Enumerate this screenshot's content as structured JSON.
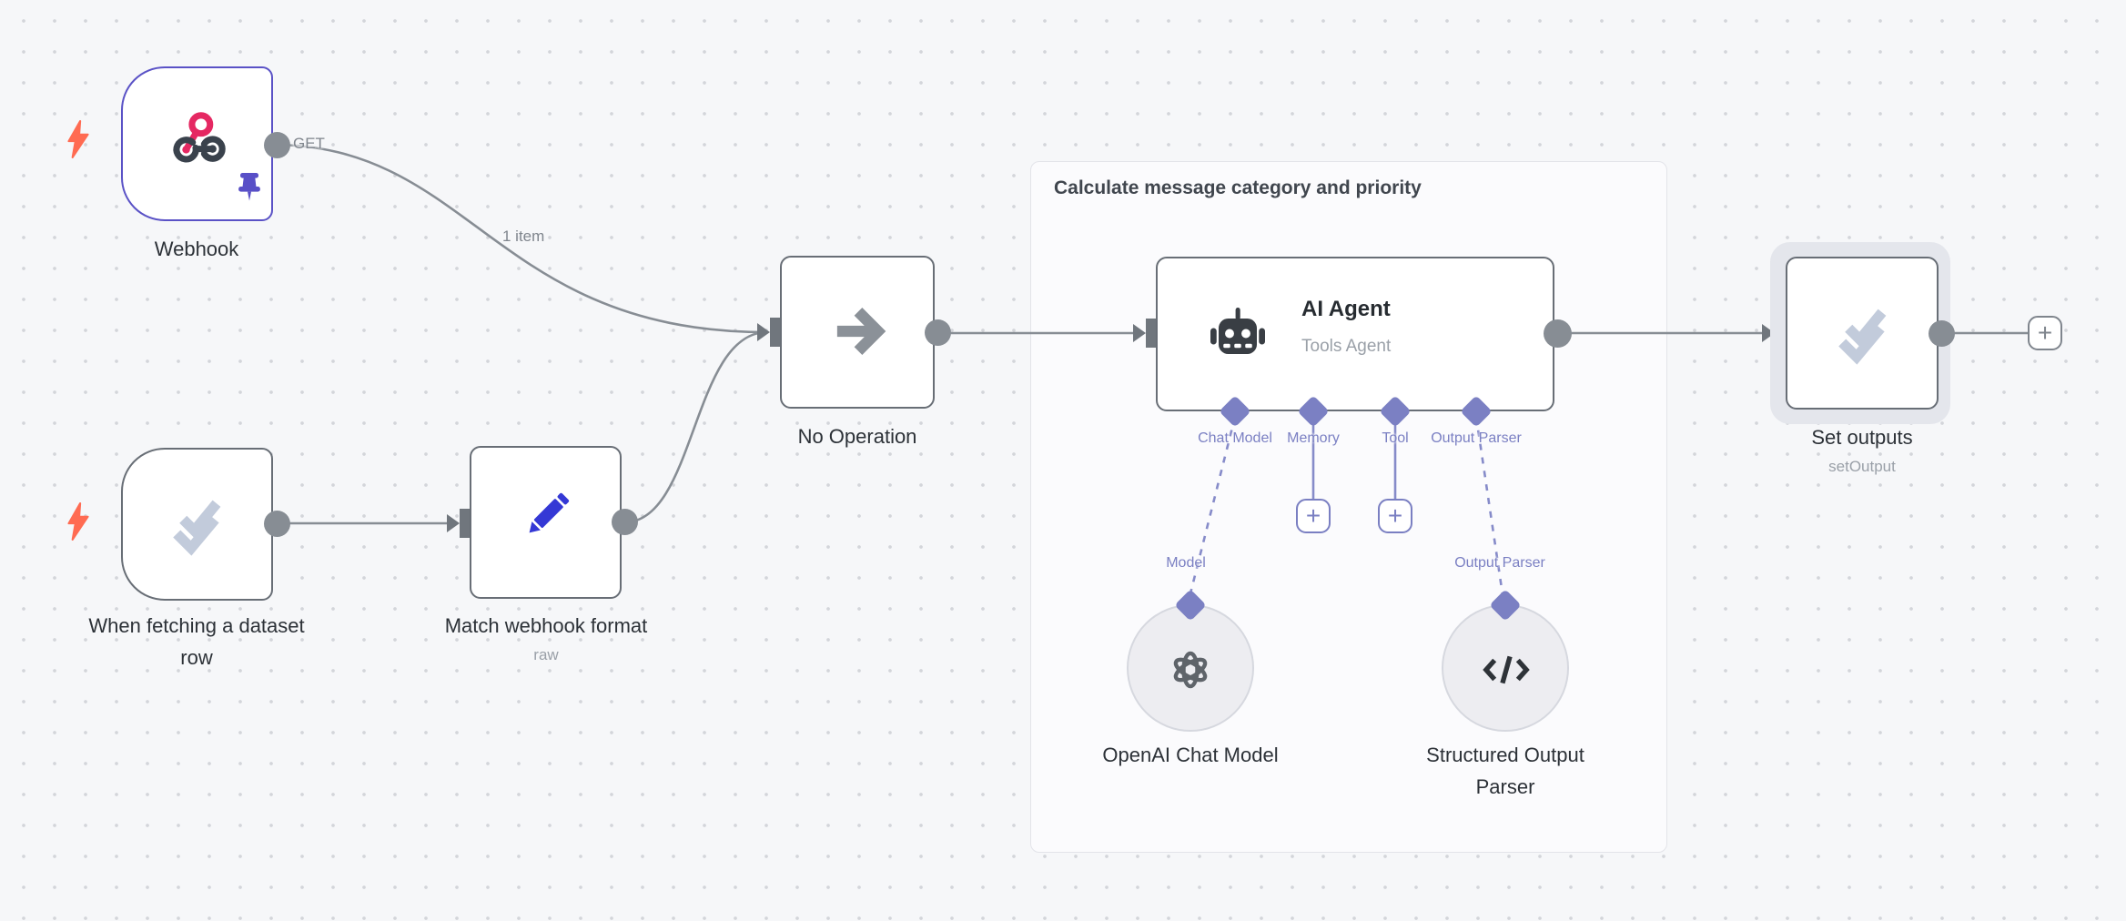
{
  "workflow": {
    "group": {
      "title": "Calculate message category and priority"
    },
    "connection_labels": {
      "webhook_method": "GET",
      "webhook_items": "1 item"
    },
    "nodes": {
      "webhook": {
        "label": "Webhook"
      },
      "dataset_trigger": {
        "label_line1": "When fetching a dataset",
        "label_line2": "row"
      },
      "match_format": {
        "label": "Match webhook format",
        "subtitle": "raw"
      },
      "no_operation": {
        "label": "No Operation"
      },
      "ai_agent": {
        "label": "AI Agent",
        "subtitle": "Tools Agent",
        "ports": {
          "chat_model": "Chat Model",
          "memory": "Memory",
          "tool": "Tool",
          "output_parser": "Output Parser"
        },
        "sub_labels": {
          "model": "Model",
          "output_parser": "Output Parser"
        }
      },
      "openai_model": {
        "label": "OpenAI Chat Model"
      },
      "structured_parser": {
        "label_line1": "Structured Output",
        "label_line2": "Parser"
      },
      "set_outputs": {
        "label": "Set outputs",
        "subtitle": "setOutput"
      }
    },
    "buttons": {
      "plus": "+"
    }
  },
  "colors": {
    "canvas": "#f6f7f9",
    "node_border": "#686e76",
    "selected_border": "#5a52c6",
    "wire": "#878d94",
    "port_purple": "#7b80c3",
    "lightning": "#ff6b52",
    "pencil_blue": "#3438d5",
    "webhook_pink": "#e52862",
    "icon_dark": "#3a4047",
    "check_gray": "#c2cbdb"
  }
}
